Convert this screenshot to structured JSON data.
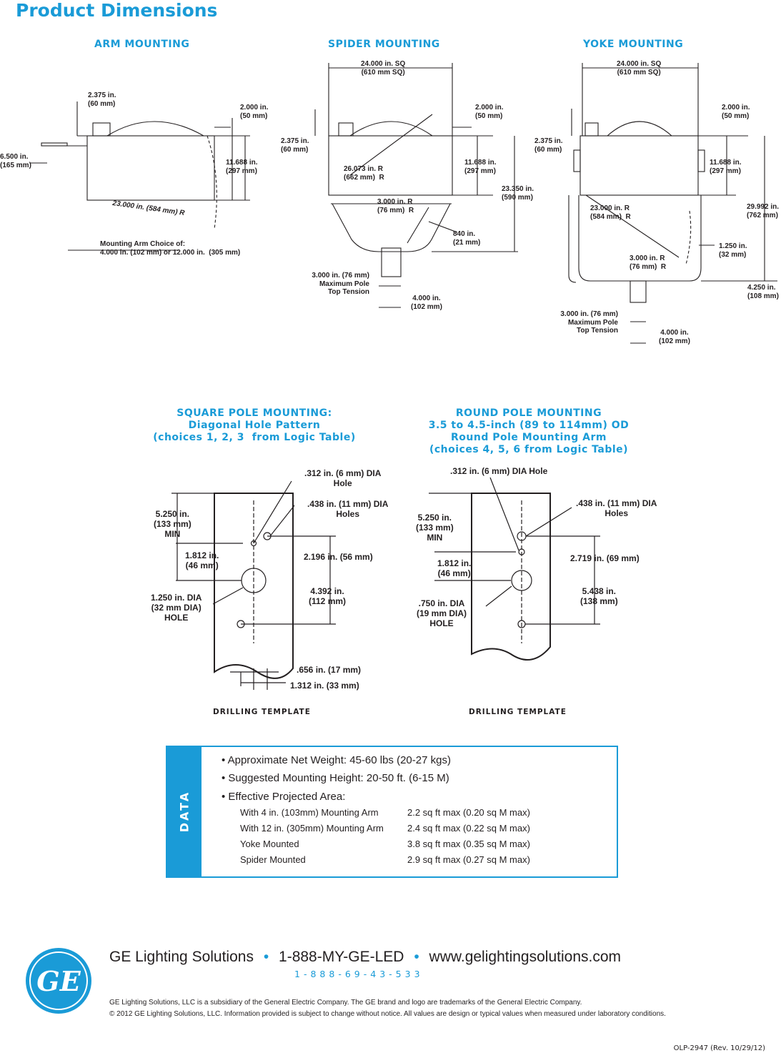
{
  "page_title": "Product Dimensions",
  "sections": {
    "arm": {
      "title": "ARM MOUNTING",
      "labels": {
        "top_left": "2.375 in.\n(60 mm)",
        "top_right": "2.000 in.\n(50 mm)",
        "left": "6.500 in.\n(165 mm)",
        "height": "11.688 in.\n(297 mm)",
        "radius": "23.000 in. (584 mm) R",
        "arm_choice": "Mounting Arm Choice of:\n4.000 in. (102 mm) or 12.000 in.  (305 mm)"
      }
    },
    "spider": {
      "title": "SPIDER MOUNTING",
      "labels": {
        "width": "24.000 in. SQ\n(610 mm SQ)",
        "top_left": "2.375 in.\n(60 mm)",
        "top_right": "2.000 in.\n(50 mm)",
        "radius_large": "26.073 in. R\n(662 mm)  R",
        "height": "11.688 in.\n(297 mm)",
        "total_height": "23.350 in.\n(590 mm)",
        "radius_small": "3.000 in. R\n(76 mm)  R",
        "offset": "840 in.\n(21 mm)",
        "pole": "3.000 in. (76 mm)\nMaximum Pole\nTop Tension",
        "bottom": "4.000 in.\n(102 mm)"
      }
    },
    "yoke": {
      "title": "YOKE MOUNTING",
      "labels": {
        "width": "24.000 in. SQ\n(610 mm SQ)",
        "top_left": "2.375 in.\n(60 mm)",
        "top_right": "2.000 in.\n(50 mm)",
        "height": "11.688 in.\n(297 mm)",
        "radius_large": "23.000 in. R\n(584 mm)  R",
        "total_height": "29.992 in.\n(762 mm)",
        "offset": "1.250 in.\n(32 mm)",
        "radius_small": "3.000 in. R\n(76 mm)  R",
        "bracket": "4.250 in.\n(108 mm)",
        "pole": "3.000 in. (76 mm)\nMaximum Pole\nTop Tension",
        "bottom": "4.000 in.\n(102 mm)"
      }
    },
    "square_pole": {
      "title": "SQUARE POLE MOUNTING:\nDiagonal Hole Pattern\n(choices 1, 2, 3  from Logic Table)",
      "labels": {
        "small_hole": ".312 in. (6 mm) DIA\nHole",
        "holes": ".438 in. (11 mm) DIA\nHoles",
        "min": "5.250 in.\n(133 mm)\nMIN",
        "offset": "1.812 in.\n(46 mm)",
        "spacing": "2.196 in. (56 mm)",
        "spacing2": "4.392 in.\n(112 mm)",
        "big_hole": "1.250 in. DIA\n(32 mm DIA)\nHOLE",
        "h1": ".656 in. (17 mm)",
        "h2": "1.312 in. (33 mm)"
      },
      "caption": "DRILLING TEMPLATE"
    },
    "round_pole": {
      "title": "ROUND POLE MOUNTING\n3.5 to 4.5-inch (89 to 114mm) OD\nRound Pole Mounting Arm\n(choices 4, 5, 6 from Logic Table)",
      "labels": {
        "small_hole": ".312 in. (6 mm) DIA Hole",
        "holes": ".438 in. (11 mm) DIA\nHoles",
        "min": "5.250 in.\n(133 mm)\nMIN",
        "offset": "1.812 in.\n(46 mm)",
        "spacing": "2.719 in. (69 mm)",
        "spacing2": "5.438 in.\n(138 mm)",
        "big_hole": ".750 in. DIA\n(19 mm DIA)\nHOLE"
      },
      "caption": "DRILLING TEMPLATE"
    }
  },
  "data_box": {
    "tab": "DATA",
    "bullets": [
      "• Approximate Net Weight:  45-60 lbs (20-27 kgs)",
      "• Suggested Mounting Height:  20-50 ft. (6-15 M)",
      "• Effective Projected Area:"
    ],
    "epa_rows": [
      {
        "label": "With 4 in. (103mm) Mounting Arm",
        "value": "2.2 sq ft max (0.20 sq M max)"
      },
      {
        "label": "With 12 in. (305mm) Mounting Arm",
        "value": "2.4 sq ft max (0.22 sq M max)"
      },
      {
        "label": "Yoke Mounted",
        "value": "3.8 sq ft max (0.35 sq M max)"
      },
      {
        "label": "Spider Mounted",
        "value": "2.9 sq ft max (0.27 sq M max)"
      }
    ]
  },
  "footer": {
    "company": "GE Lighting Solutions",
    "phone": "1-888-MY-GE-LED",
    "url": "www.gelightingsolutions.com",
    "separator": "•",
    "phone_digits": "1-888-69-43-533",
    "logo_text": "GE",
    "legal_1": "GE Lighting Solutions, LLC is a subsidiary of the General Electric Company. The GE brand and logo are trademarks of the General Electric Company.",
    "legal_2": "© 2012 GE Lighting Solutions, LLC. Information provided is subject to change without notice. All values are design or typical values when measured under laboratory conditions.",
    "doc_id": "OLP-2947 (Rev. 10/29/12)"
  },
  "colors": {
    "accent": "#1a9bd7",
    "ink": "#231f20"
  }
}
